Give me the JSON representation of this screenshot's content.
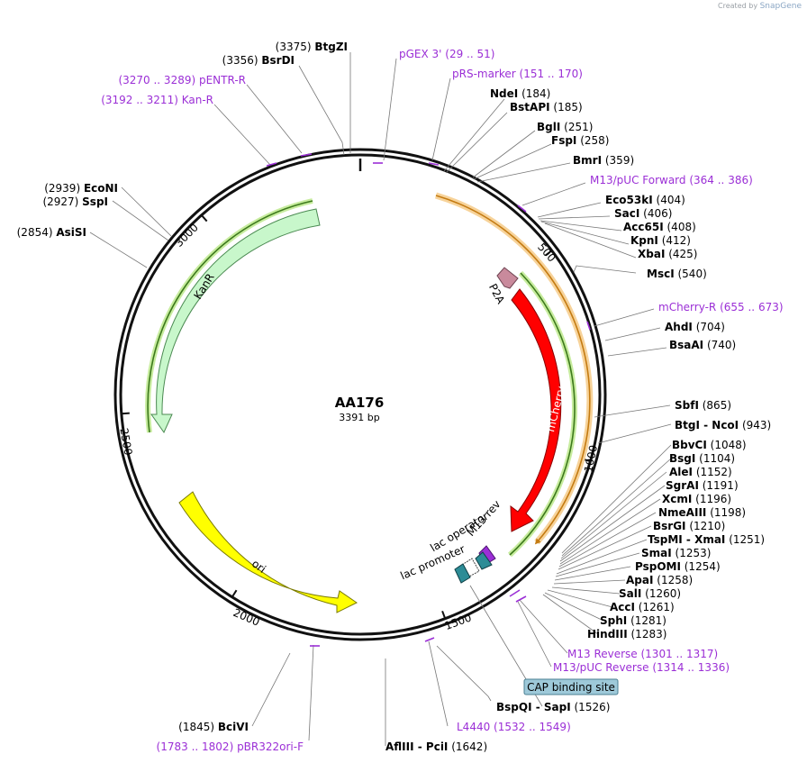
{
  "watermark": {
    "created_by": "Created by",
    "brand": "SnapGene"
  },
  "plasmid": {
    "name": "AA176",
    "length_label": "3391 bp",
    "length": 3391
  },
  "ticks": [
    {
      "pos": 500,
      "label": "500"
    },
    {
      "pos": 1000,
      "label": "1000"
    },
    {
      "pos": 1500,
      "label": "1500"
    },
    {
      "pos": 2000,
      "label": "2000"
    },
    {
      "pos": 2500,
      "label": "2500"
    },
    {
      "pos": 3000,
      "label": "3000"
    }
  ],
  "sites": [
    {
      "name": "BtgZI",
      "pos": "(3375)"
    },
    {
      "name": "BsrDI",
      "pos": "(3356)"
    },
    {
      "name": "NdeI",
      "pos": "(184)"
    },
    {
      "name": "BstAPI",
      "pos": "(185)"
    },
    {
      "name": "BglI",
      "pos": "(251)"
    },
    {
      "name": "FspI",
      "pos": "(258)"
    },
    {
      "name": "BmrI",
      "pos": "(359)"
    },
    {
      "name": "Eco53kI",
      "pos": "(404)"
    },
    {
      "name": "SacI",
      "pos": "(406)"
    },
    {
      "name": "Acc65I",
      "pos": "(408)"
    },
    {
      "name": "KpnI",
      "pos": "(412)"
    },
    {
      "name": "XbaI",
      "pos": "(425)"
    },
    {
      "name": "MscI",
      "pos": "(540)"
    },
    {
      "name": "AhdI",
      "pos": "(704)"
    },
    {
      "name": "BsaAI",
      "pos": "(740)"
    },
    {
      "name": "SbfI",
      "pos": "(865)"
    },
    {
      "name": "BtgI - NcoI",
      "pos": "(943)"
    },
    {
      "name": "BbvCI",
      "pos": "(1048)"
    },
    {
      "name": "BsgI",
      "pos": "(1104)"
    },
    {
      "name": "AleI",
      "pos": "(1152)"
    },
    {
      "name": "SgrAI",
      "pos": "(1191)"
    },
    {
      "name": "XcmI",
      "pos": "(1196)"
    },
    {
      "name": "NmeAIII",
      "pos": "(1198)"
    },
    {
      "name": "BsrGI",
      "pos": "(1210)"
    },
    {
      "name": "TspMI - XmaI",
      "pos": "(1251)"
    },
    {
      "name": "SmaI",
      "pos": "(1253)"
    },
    {
      "name": "PspOMI",
      "pos": "(1254)"
    },
    {
      "name": "ApaI",
      "pos": "(1258)"
    },
    {
      "name": "SalI",
      "pos": "(1260)"
    },
    {
      "name": "AccI",
      "pos": "(1261)"
    },
    {
      "name": "SphI",
      "pos": "(1281)"
    },
    {
      "name": "HindIII",
      "pos": "(1283)"
    },
    {
      "name": "BspQI - SapI",
      "pos": "(1526)"
    },
    {
      "name": "AflIII - PciI",
      "pos": "(1642)"
    },
    {
      "name": "BciVI",
      "pos": "(1845)"
    },
    {
      "name": "AsiSI",
      "pos": "(2854)"
    },
    {
      "name": "SspI",
      "pos": "(2927)"
    },
    {
      "name": "EcoNI",
      "pos": "(2939)"
    }
  ],
  "primers": [
    {
      "name": "pGEX 3'",
      "range": "(29 .. 51)"
    },
    {
      "name": "pRS-marker",
      "range": "(151 .. 170)"
    },
    {
      "name": "M13/pUC Forward",
      "range": "(364 .. 386)"
    },
    {
      "name": "mCherry-R",
      "range": "(655 .. 673)"
    },
    {
      "name": "M13 Reverse",
      "range": "(1301 .. 1317)"
    },
    {
      "name": "M13/pUC Reverse",
      "range": "(1314 .. 1336)"
    },
    {
      "name": "L4440",
      "range": "(1532 .. 1549)"
    },
    {
      "name": "pBR322ori-F",
      "range": "(1783 .. 1802)"
    },
    {
      "name": "pENTR-R",
      "range": "(3270 .. 3289)"
    },
    {
      "name": "Kan-R",
      "range": "(3192 .. 3211)"
    }
  ],
  "features": {
    "p2a": "P2A",
    "mcherry": "mCherry",
    "kanr": "KanR",
    "ori": "ori",
    "lac_operator": "lac operator",
    "lac_promoter": "lac promoter",
    "m13_rev": "M13 rev",
    "cap_binding_site": "CAP binding site"
  },
  "colors": {
    "mcherry": "#ff0000",
    "p2a": "#c98a9c",
    "kanr": "#c8f7cb",
    "ori": "#ffff00",
    "orange_orf": "#f2a93b",
    "green_orf": "#7cc943",
    "primer": "#9b2fd6",
    "lac_operator": "#9b2fd6",
    "lac_promoter": "#2c8c96",
    "cap_binding_site": "#9ec9d9"
  }
}
